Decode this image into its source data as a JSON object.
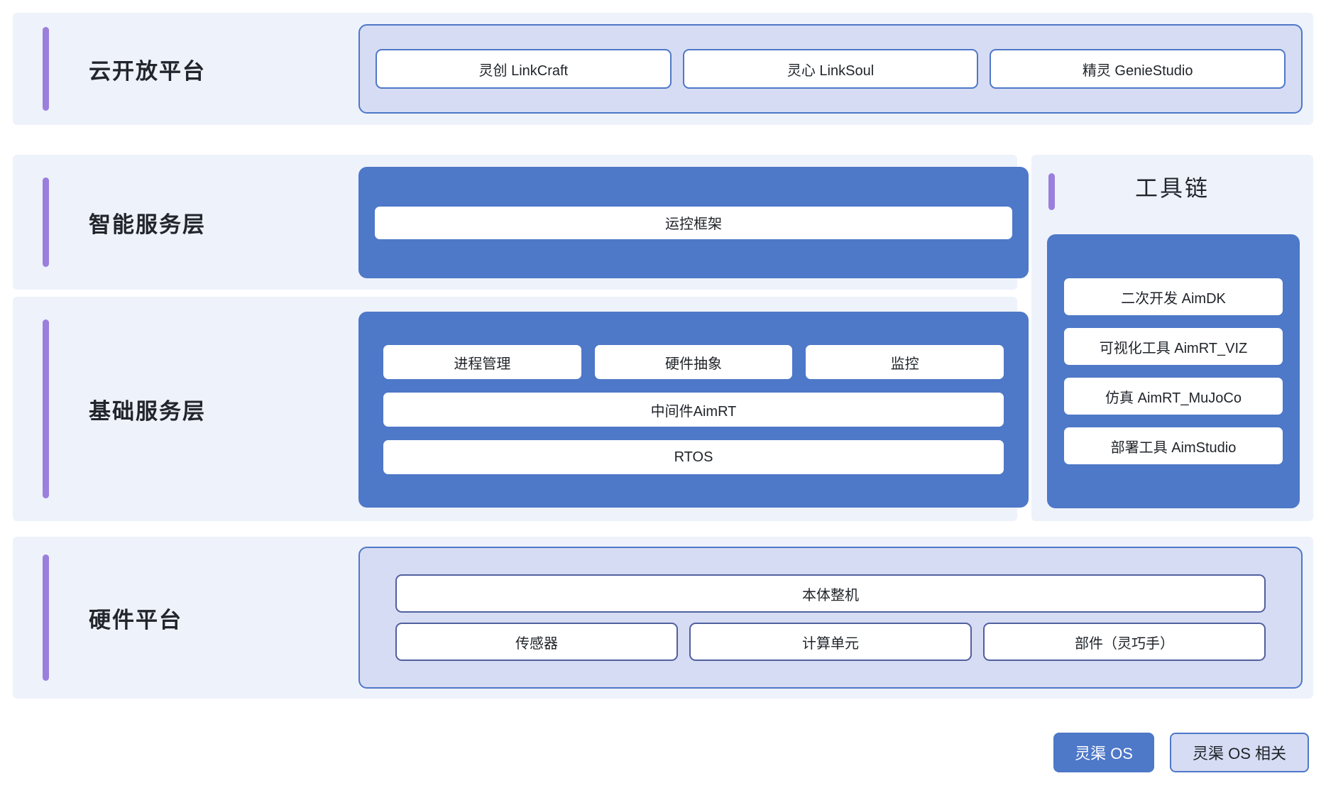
{
  "colors": {
    "accent_blue": "#4e78c8",
    "panel_light": "#d6dcf3",
    "band_bg": "#eef2fb",
    "purple_bar": "#9b7fdc",
    "text": "#1f2328"
  },
  "rows": {
    "cloud": {
      "title": "云开放平台",
      "items": [
        {
          "label": "灵创 LinkCraft"
        },
        {
          "label": "灵心 LinkSoul"
        },
        {
          "label": "精灵 GenieStudio"
        }
      ]
    },
    "service": {
      "title": "智能服务层",
      "items": [
        {
          "label": "运控框架"
        }
      ]
    },
    "base": {
      "title": "基础服务层",
      "top_items": [
        {
          "label": "进程管理"
        },
        {
          "label": "硬件抽象"
        },
        {
          "label": "监控"
        }
      ],
      "wide_items": [
        {
          "label": "中间件AimRT"
        },
        {
          "label": "RTOS"
        }
      ]
    },
    "hardware": {
      "title": "硬件平台",
      "main_item": {
        "label": "本体整机"
      },
      "sub_items": [
        {
          "label": "传感器"
        },
        {
          "label": "计算单元"
        },
        {
          "label": "部件（灵巧手）"
        }
      ]
    }
  },
  "toolchain": {
    "title": "工具链",
    "items": [
      {
        "label": "二次开发 AimDK"
      },
      {
        "label": "可视化工具 AimRT_VIZ"
      },
      {
        "label": "仿真 AimRT_MuJoCo"
      },
      {
        "label": "部署工具 AimStudio"
      }
    ]
  },
  "legend": {
    "solid_label": "灵渠 OS",
    "light_label": "灵渠 OS 相关"
  }
}
